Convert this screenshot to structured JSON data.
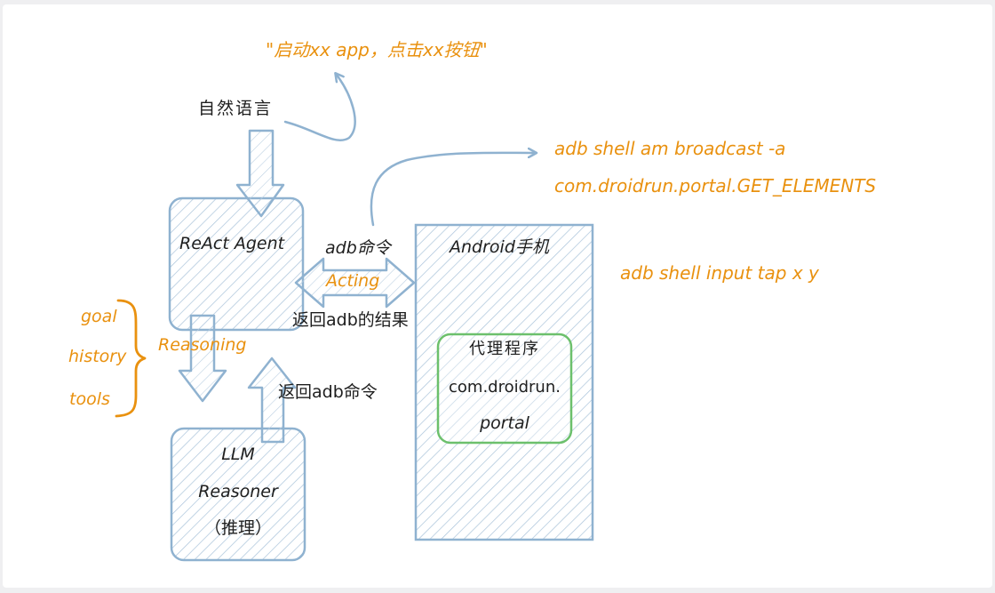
{
  "top_quote": "\"启动xx app，点击xx按钮\"",
  "natural_language": "自然语言",
  "react_agent": "ReAct Agent",
  "adb_command": "adb命令",
  "acting": "Acting",
  "return_adb_result": "返回adb的结果",
  "android_phone": "Android手机",
  "proxy_program": [
    "代理程序",
    "com.droidrun.",
    "portal"
  ],
  "reasoning": "Reasoning",
  "return_adb_command": "返回adb命令",
  "context_items": [
    "goal",
    "history",
    "tools"
  ],
  "llm_reasoner": [
    "LLM",
    "Reasoner",
    "（推理）"
  ],
  "broadcast_cmd": [
    "adb shell am broadcast -a",
    "com.droidrun.portal.GET_ELEMENTS"
  ],
  "tap_cmd": "adb shell input tap x y",
  "colors": {
    "box_stroke": "#8fb2d0",
    "hatch": "#a9c3da",
    "orange": "#e9910f",
    "green": "#6cc06c",
    "text": "#1e1e1e"
  }
}
